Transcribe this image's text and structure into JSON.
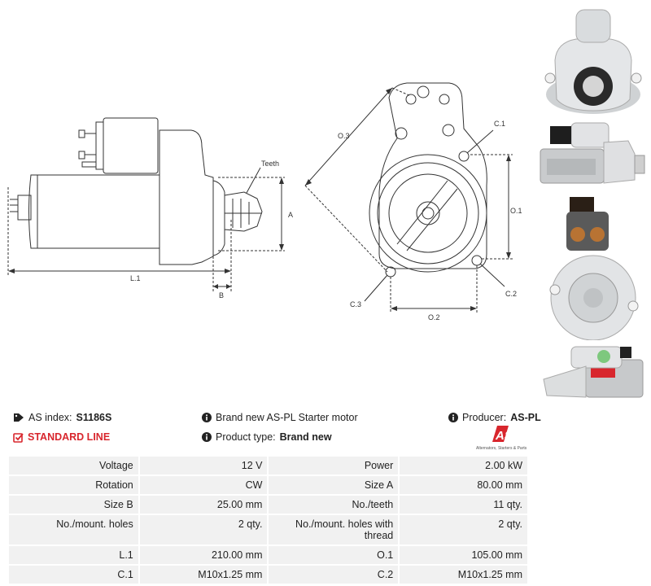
{
  "drawing": {
    "labels": {
      "teeth": "Teeth",
      "a": "A",
      "b": "B",
      "l1": "L.1",
      "o3": "O.3",
      "c1": "C.1",
      "o1": "O.1",
      "c2": "C.2",
      "c3": "C.3",
      "o2": "O.2"
    }
  },
  "info": {
    "as_index_label": "AS index:",
    "as_index_value": "S1186S",
    "brand_text": "Brand new AS-PL Starter motor",
    "producer_label": "Producer:",
    "producer_value": "AS-PL",
    "standard_line": "STANDARD LINE",
    "product_type_label": "Product type:",
    "product_type_value": "Brand new",
    "logo_text": "AS",
    "logo_caption": "Alternators, Starters & Parts"
  },
  "specs": [
    {
      "l1": "Voltage",
      "v1": "12 V",
      "l2": "Power",
      "v2": "2.00 kW"
    },
    {
      "l1": "Rotation",
      "v1": "CW",
      "l2": "Size A",
      "v2": "80.00 mm"
    },
    {
      "l1": "Size B",
      "v1": "25.00 mm",
      "l2": "No./teeth",
      "v2": "11 qty."
    },
    {
      "l1": "No./mount. holes",
      "v1": "2 qty.",
      "l2": "No./mount. holes with thread",
      "v2": "2 qty."
    },
    {
      "l1": "L.1",
      "v1": "210.00 mm",
      "l2": "O.1",
      "v2": "105.00 mm"
    },
    {
      "l1": "C.1",
      "v1": "M10x1.25 mm",
      "l2": "C.2",
      "v2": "M10x1.25 mm"
    }
  ],
  "colors": {
    "accent_red": "#d8262d",
    "line": "#333333",
    "cell_bg": "#f1f1f1"
  }
}
